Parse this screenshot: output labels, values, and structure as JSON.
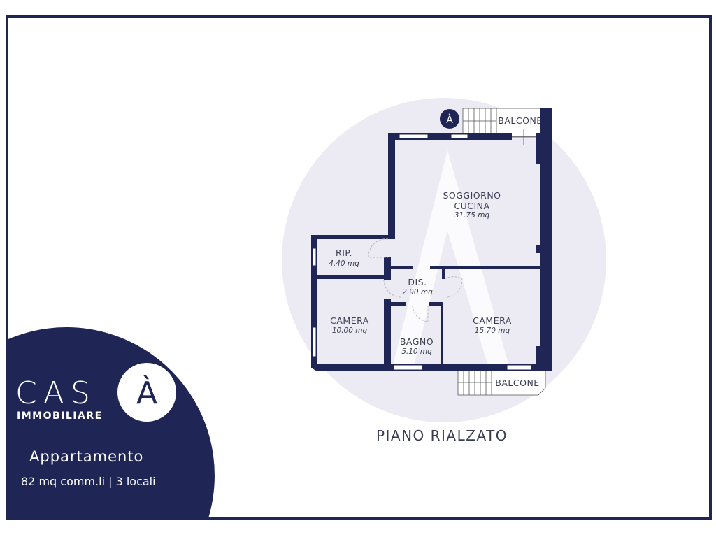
{
  "brand": {
    "name": "CAS",
    "logo_letter": "À",
    "subtitle": "IMMOBILIARE"
  },
  "listing": {
    "type": "Appartamento",
    "details": "82 mq comm.li | 3 locali"
  },
  "plan": {
    "floor_title": "PIANO RIALZATO",
    "compass_letter": "À",
    "rooms": [
      {
        "name": "SOGGIORNO",
        "name2": "CUCINA",
        "area": "31.75 mq"
      },
      {
        "name": "RIP.",
        "area": "4.40 mq"
      },
      {
        "name": "DIS.",
        "area": "2.90 mq"
      },
      {
        "name": "CAMERA",
        "area": "10.00 mq"
      },
      {
        "name": "BAGNO",
        "area": "5.10 mq"
      },
      {
        "name": "CAMERA",
        "area": "15.70 mq"
      }
    ],
    "balconies": [
      "BALCONE",
      "BALCONE"
    ]
  },
  "colors": {
    "navy": "#1f2656",
    "watermark": "#ecebf3"
  }
}
